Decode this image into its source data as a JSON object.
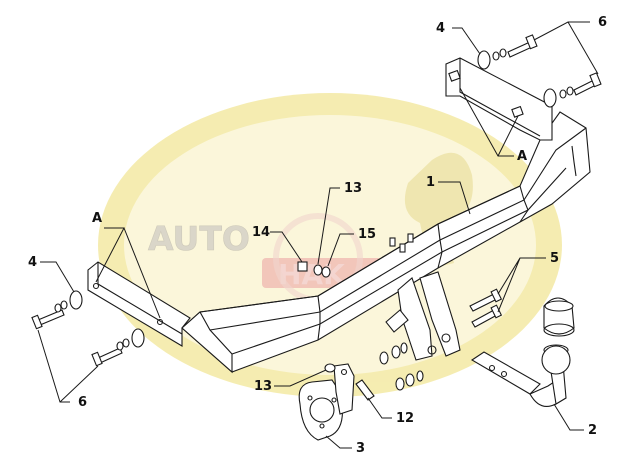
{
  "watermark": {
    "text_a": "AUTO",
    "text_b": "HAK",
    "oval_color": "#f3eaa6",
    "accent_color": "#e7a9a3"
  },
  "callouts": {
    "c1": "1",
    "c2": "2",
    "c3": "3",
    "c4_top": "4",
    "c4_left": "4",
    "c5": "5",
    "c6_top": "6",
    "c6_left": "6",
    "c12": "12",
    "c13_top": "13",
    "c13_bottom": "13",
    "c14": "14",
    "c15": "15",
    "ca_top": "A",
    "ca_left": "A"
  }
}
